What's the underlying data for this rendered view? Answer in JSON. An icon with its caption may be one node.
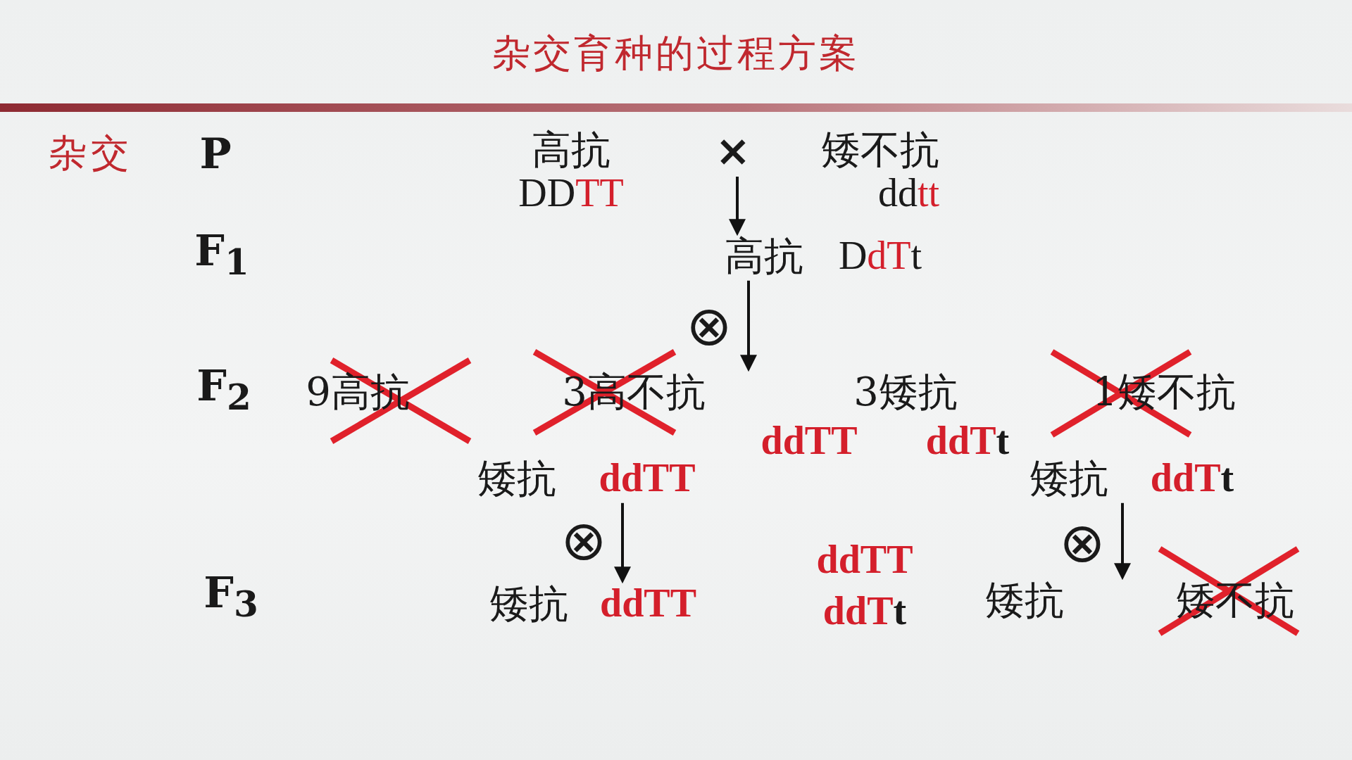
{
  "diagram": {
    "title": "杂交育种的过程方案",
    "nodes": [
      {
        "text": [
          "高抗",
          "DDTT"
        ]
      },
      {
        "text": [
          "矮不抗",
          "ddtt"
        ]
      },
      {
        "text": [
          "×"
        ]
      },
      {
        "text": [
          "高抗",
          "DdTt"
        ]
      },
      {
        "text": [
          "9高抗"
        ]
      },
      {
        "text": [
          "3高不抗"
        ]
      },
      {
        "text": [
          "3矮抗"
        ],
        "beside": [
          "ddTT",
          "ddTt"
        ]
      },
      {
        "text": [
          "1矮不抗"
        ]
      },
      {
        "text": [
          "矮抗",
          "ddTT"
        ]
      },
      {
        "text": [
          "矮抗",
          "ddTt"
        ]
      },
      {
        "text": [
          "矮抗",
          "ddTT"
        ]
      },
      {
        "text": [
          "矮抗"
        ],
        "beside": [
          "ddTT",
          "ddTt"
        ]
      },
      {
        "text": [
          "矮不抗"
        ]
      }
    ],
    "edges": [
      {
        "from": 2,
        "to": 3,
        "arrow": "to"
      },
      {
        "from": 3,
        "to": 5,
        "arrow": "to",
        "label": "⊗"
      },
      {
        "from": 8,
        "to": 10,
        "arrow": "to",
        "label": "⊗"
      },
      {
        "from": 9,
        "to": 12,
        "arrow": "to",
        "label": "⊗"
      }
    ],
    "labels": [
      "杂交",
      "P",
      "F$_{1}$",
      "F$_{2}$",
      "F$_{3}$"
    ]
  }
}
